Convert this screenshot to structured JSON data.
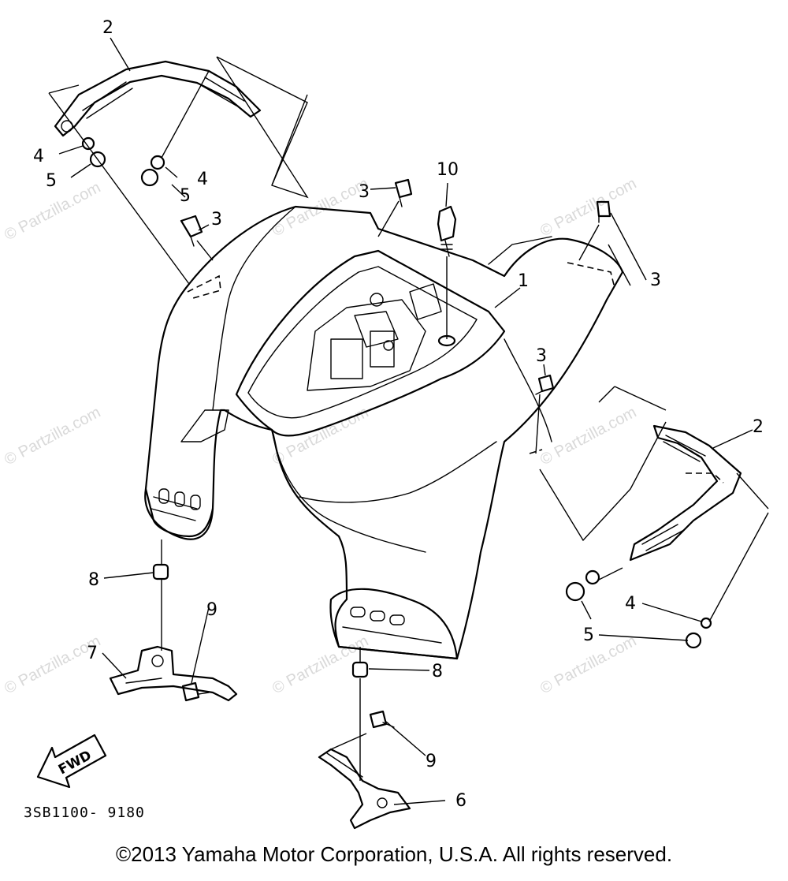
{
  "callouts": {
    "c1": "1",
    "c2a": "2",
    "c2b": "2",
    "c3a": "3",
    "c3b": "3",
    "c3c": "3",
    "c3d": "3",
    "c4a": "4",
    "c4b": "4",
    "c4c": "4",
    "c5a": "5",
    "c5b": "5",
    "c5c": "5",
    "c6": "6",
    "c7": "7",
    "c8a": "8",
    "c8b": "8",
    "c9a": "9",
    "c9b": "9",
    "c10": "10"
  },
  "fwd_label": "FWD",
  "diagram_code": "3SB1100- 9180",
  "watermark": "© Partzilla.com",
  "copyright": "©2013 Yamaha Motor Corporation, U.S.A. All rights reserved."
}
